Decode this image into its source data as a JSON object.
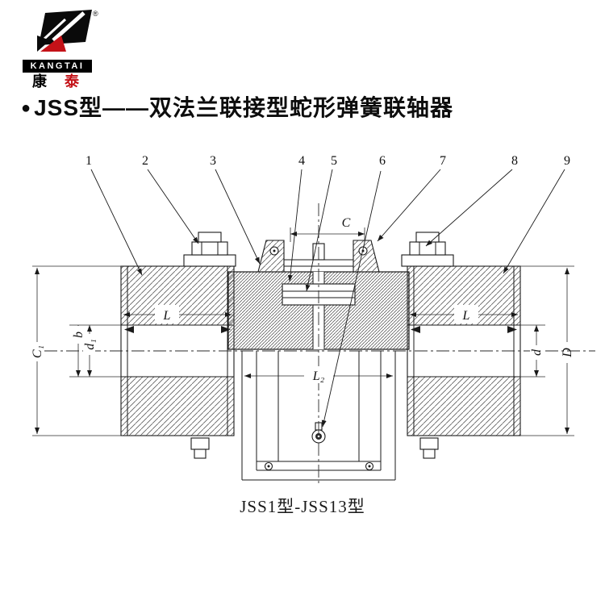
{
  "logo": {
    "brand": "KANGTAI",
    "cn_first": "康",
    "cn_second": "泰",
    "registered": "®"
  },
  "title": {
    "bullet": "●",
    "text": "JSS型——双法兰联接型蛇形弹簧联轴器"
  },
  "diagram": {
    "callouts": [
      "1",
      "2",
      "3",
      "4",
      "5",
      "6",
      "7",
      "8",
      "9"
    ],
    "dims": {
      "C": "C",
      "L": "L",
      "L2": "L₂",
      "C1": "C₁",
      "b": "b",
      "d1": "d₁",
      "d": "d",
      "D": "D"
    },
    "caption": "JSS1型-JSS13型"
  }
}
